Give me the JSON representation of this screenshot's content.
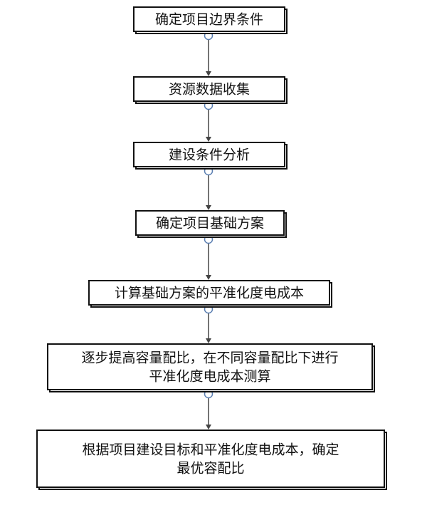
{
  "flowchart": {
    "steps": [
      {
        "lines": [
          "确定项目边界条件"
        ]
      },
      {
        "lines": [
          "资源数据收集"
        ]
      },
      {
        "lines": [
          "建设条件分析"
        ]
      },
      {
        "lines": [
          "确定项目基础方案"
        ]
      },
      {
        "lines": [
          "计算基础方案的平准化度电成本"
        ]
      },
      {
        "lines": [
          "逐步提高容量配比，在不同容量配比下进行",
          "平准化度电成本测算"
        ]
      },
      {
        "lines": [
          "根据项目建设目标和平准化度电成本，确定",
          "最优容配比"
        ]
      }
    ],
    "connector_color": "#5b7fb2",
    "border_color": "#111111"
  }
}
